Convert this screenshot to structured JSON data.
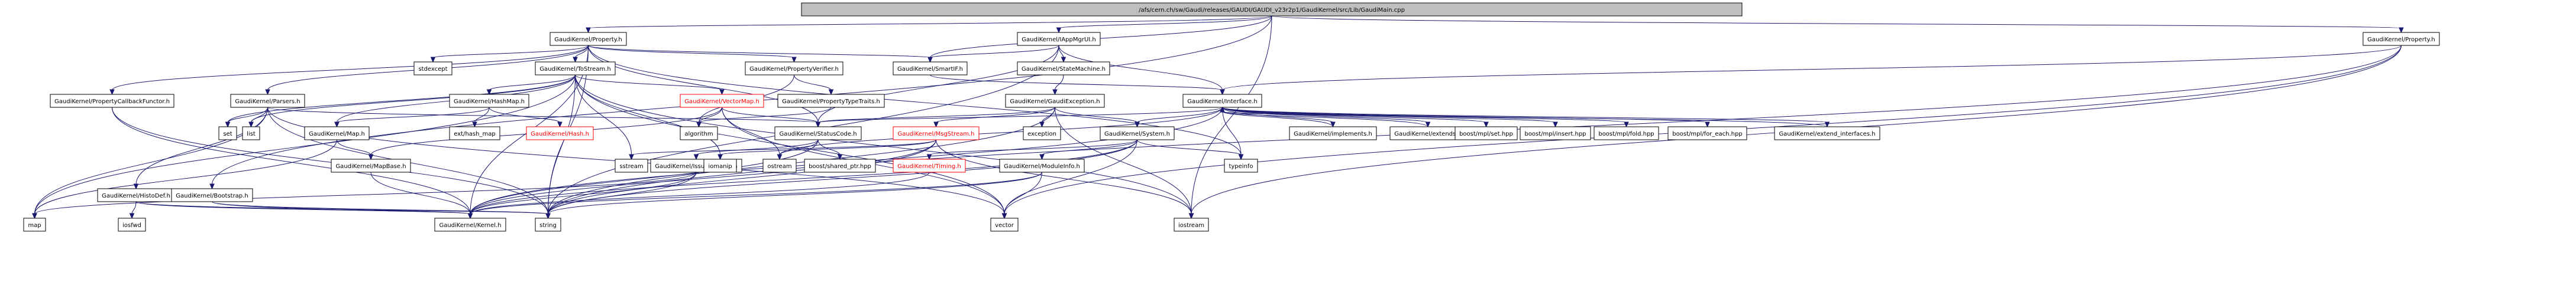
{
  "diagram": {
    "title": "",
    "colors": {
      "root_fill": "#bfbfbf",
      "node_fill": "#ffffff",
      "node_stroke": "#000000",
      "missing_stroke": "#ff0000",
      "missing_text": "#ff0000",
      "edge": "#191970"
    },
    "nodes": [
      {
        "id": "root",
        "label": "/afs/cern.ch/sw/Gaudi/releases/GAUDI/GAUDI_v23r2p1/GaudiKernel/src/Lib/GaudiMain.cpp",
        "style": "root"
      },
      {
        "id": "prop1",
        "label": "GaudiKernel/Property.h"
      },
      {
        "id": "appmgr",
        "label": "GaudiKernel/IAppMgrUI.h"
      },
      {
        "id": "prop2",
        "label": "GaudiKernel/Property.h"
      },
      {
        "id": "stdexcept",
        "label": "stdexcept"
      },
      {
        "id": "tostream",
        "label": "GaudiKernel/ToStream.h"
      },
      {
        "id": "propverifier",
        "label": "GaudiKernel/PropertyVerifier.h"
      },
      {
        "id": "smartif",
        "label": "GaudiKernel/SmartIF.h"
      },
      {
        "id": "statemachine",
        "label": "GaudiKernel/StateMachine.h"
      },
      {
        "id": "interface",
        "label": "GaudiKernel/Interface.h"
      },
      {
        "id": "callback",
        "label": "GaudiKernel/PropertyCallbackFunctor.h"
      },
      {
        "id": "parsers",
        "label": "GaudiKernel/Parsers.h"
      },
      {
        "id": "hashmap",
        "label": "GaudiKernel/HashMap.h"
      },
      {
        "id": "vectormap",
        "label": "GaudiKernel/VectorMap.h",
        "style": "missing"
      },
      {
        "id": "typetraits",
        "label": "GaudiKernel/PropertyTypeTraits.h"
      },
      {
        "id": "gaudiexc",
        "label": "GaudiKernel/GaudiException.h"
      },
      {
        "id": "set",
        "label": "set"
      },
      {
        "id": "list",
        "label": "list"
      },
      {
        "id": "map_h",
        "label": "GaudiKernel/Map.h"
      },
      {
        "id": "extmap",
        "label": "ext/hash_map"
      },
      {
        "id": "hash",
        "label": "GaudiKernel/Hash.h",
        "style": "missing"
      },
      {
        "id": "algorithm",
        "label": "algorithm"
      },
      {
        "id": "statuscode",
        "label": "GaudiKernel/StatusCode.h"
      },
      {
        "id": "msgstream",
        "label": "GaudiKernel/MsgStream.h",
        "style": "missing"
      },
      {
        "id": "exception",
        "label": "exception"
      },
      {
        "id": "system",
        "label": "GaudiKernel/System.h"
      },
      {
        "id": "implements",
        "label": "GaudiKernel/implements.h"
      },
      {
        "id": "extends",
        "label": "GaudiKernel/extends.h"
      },
      {
        "id": "mplset",
        "label": "boost/mpl/set.hpp"
      },
      {
        "id": "mplinsert",
        "label": "boost/mpl/insert.hpp"
      },
      {
        "id": "mplfold",
        "label": "boost/mpl/fold.hpp"
      },
      {
        "id": "mplforeach",
        "label": "boost/mpl/for_each.hpp"
      },
      {
        "id": "extendif",
        "label": "GaudiKernel/extend_interfaces.h"
      },
      {
        "id": "mapbase",
        "label": "GaudiKernel/MapBase.h"
      },
      {
        "id": "issueseverity",
        "label": "GaudiKernel/IssueSeverity.h"
      },
      {
        "id": "sstream",
        "label": "sstream"
      },
      {
        "id": "iomanip",
        "label": "iomanip"
      },
      {
        "id": "ostream",
        "label": "ostream"
      },
      {
        "id": "sharedptr",
        "label": "boost/shared_ptr.hpp"
      },
      {
        "id": "timing",
        "label": "GaudiKernel/Timing.h",
        "style": "missing"
      },
      {
        "id": "moduleinfo",
        "label": "GaudiKernel/ModuleInfo.h"
      },
      {
        "id": "typeinfo",
        "label": "typeinfo"
      },
      {
        "id": "histodef",
        "label": "GaudiKernel/HistoDef.h"
      },
      {
        "id": "bootstrap",
        "label": "GaudiKernel/Bootstrap.h"
      },
      {
        "id": "map",
        "label": "map"
      },
      {
        "id": "iosfwd",
        "label": "iosfwd"
      },
      {
        "id": "kernel",
        "label": "GaudiKernel/Kernel.h"
      },
      {
        "id": "string",
        "label": "string"
      },
      {
        "id": "vector",
        "label": "vector"
      },
      {
        "id": "iostream",
        "label": "iostream"
      }
    ],
    "edges": [
      [
        "root",
        "prop1"
      ],
      [
        "root",
        "appmgr"
      ],
      [
        "root",
        "prop2"
      ],
      [
        "root",
        "smartif"
      ],
      [
        "root",
        "bootstrap"
      ],
      [
        "root",
        "iostream"
      ],
      [
        "prop1",
        "stdexcept"
      ],
      [
        "prop1",
        "tostream"
      ],
      [
        "prop1",
        "propverifier"
      ],
      [
        "prop1",
        "smartif"
      ],
      [
        "prop1",
        "callback"
      ],
      [
        "prop1",
        "parsers"
      ],
      [
        "prop1",
        "kernel"
      ],
      [
        "prop1",
        "string"
      ],
      [
        "prop1",
        "typeinfo"
      ],
      [
        "prop1",
        "statuscode"
      ],
      [
        "appmgr",
        "statemachine"
      ],
      [
        "appmgr",
        "interface"
      ],
      [
        "appmgr",
        "smartif"
      ],
      [
        "appmgr",
        "statuscode"
      ],
      [
        "appmgr",
        "string"
      ],
      [
        "prop2",
        "interface"
      ],
      [
        "prop2",
        "string"
      ],
      [
        "prop2",
        "vector"
      ],
      [
        "prop2",
        "iostream"
      ],
      [
        "tostream",
        "hashmap"
      ],
      [
        "tostream",
        "vectormap"
      ],
      [
        "tostream",
        "map_h"
      ],
      [
        "tostream",
        "set"
      ],
      [
        "tostream",
        "list"
      ],
      [
        "tostream",
        "sstream"
      ],
      [
        "tostream",
        "iomanip"
      ],
      [
        "tostream",
        "string"
      ],
      [
        "tostream",
        "vector"
      ],
      [
        "tostream",
        "map"
      ],
      [
        "tostream",
        "iostream"
      ],
      [
        "propverifier",
        "typetraits"
      ],
      [
        "propverifier",
        "algorithm"
      ],
      [
        "smartif",
        "interface"
      ],
      [
        "statemachine",
        "gaudiexc"
      ],
      [
        "interface",
        "statuscode"
      ],
      [
        "interface",
        "system"
      ],
      [
        "interface",
        "implements"
      ],
      [
        "interface",
        "extends"
      ],
      [
        "interface",
        "mplset"
      ],
      [
        "interface",
        "mplinsert"
      ],
      [
        "interface",
        "mplfold"
      ],
      [
        "interface",
        "mplforeach"
      ],
      [
        "interface",
        "extendif"
      ],
      [
        "interface",
        "typeinfo"
      ],
      [
        "interface",
        "ostream"
      ],
      [
        "interface",
        "kernel"
      ],
      [
        "implements",
        "interface"
      ],
      [
        "extends",
        "interface"
      ],
      [
        "extendif",
        "interface"
      ],
      [
        "callback",
        "kernel"
      ],
      [
        "callback",
        "string"
      ],
      [
        "parsers",
        "set"
      ],
      [
        "parsers",
        "list"
      ],
      [
        "parsers",
        "statuscode"
      ],
      [
        "parsers",
        "histodef"
      ],
      [
        "parsers",
        "map"
      ],
      [
        "parsers",
        "string"
      ],
      [
        "parsers",
        "vector"
      ],
      [
        "hashmap",
        "map_h"
      ],
      [
        "hashmap",
        "extmap"
      ],
      [
        "hashmap",
        "hash"
      ],
      [
        "vectormap",
        "algorithm"
      ],
      [
        "vectormap",
        "statuscode"
      ],
      [
        "vectormap",
        "mapbase"
      ],
      [
        "vectormap",
        "vector"
      ],
      [
        "vectormap",
        "ostream"
      ],
      [
        "typetraits",
        "algorithm"
      ],
      [
        "gaudiexc",
        "statuscode"
      ],
      [
        "gaudiexc",
        "msgstream"
      ],
      [
        "gaudiexc",
        "exception"
      ],
      [
        "gaudiexc",
        "system"
      ],
      [
        "gaudiexc",
        "string"
      ],
      [
        "gaudiexc",
        "iostream"
      ],
      [
        "map_h",
        "mapbase"
      ],
      [
        "map_h",
        "map"
      ],
      [
        "statuscode",
        "issueseverity"
      ],
      [
        "statuscode",
        "sharedptr"
      ],
      [
        "statuscode",
        "ostream"
      ],
      [
        "statuscode",
        "kernel"
      ],
      [
        "msgstream",
        "iomanip"
      ],
      [
        "msgstream",
        "sstream"
      ],
      [
        "msgstream",
        "string"
      ],
      [
        "msgstream",
        "kernel"
      ],
      [
        "msgstream",
        "iostream"
      ],
      [
        "system",
        "timing"
      ],
      [
        "system",
        "moduleinfo"
      ],
      [
        "system",
        "typeinfo"
      ],
      [
        "system",
        "vector"
      ],
      [
        "system",
        "string"
      ],
      [
        "system",
        "kernel"
      ],
      [
        "mapbase",
        "kernel"
      ],
      [
        "issueseverity",
        "map"
      ],
      [
        "issueseverity",
        "string"
      ],
      [
        "issueseverity",
        "kernel"
      ],
      [
        "timing",
        "kernel"
      ],
      [
        "moduleinfo",
        "kernel"
      ],
      [
        "moduleinfo",
        "string"
      ],
      [
        "moduleinfo",
        "vector"
      ],
      [
        "histodef",
        "string"
      ],
      [
        "histodef",
        "iosfwd"
      ],
      [
        "histodef",
        "kernel"
      ],
      [
        "bootstrap",
        "kernel"
      ],
      [
        "bootstrap",
        "string"
      ]
    ]
  }
}
